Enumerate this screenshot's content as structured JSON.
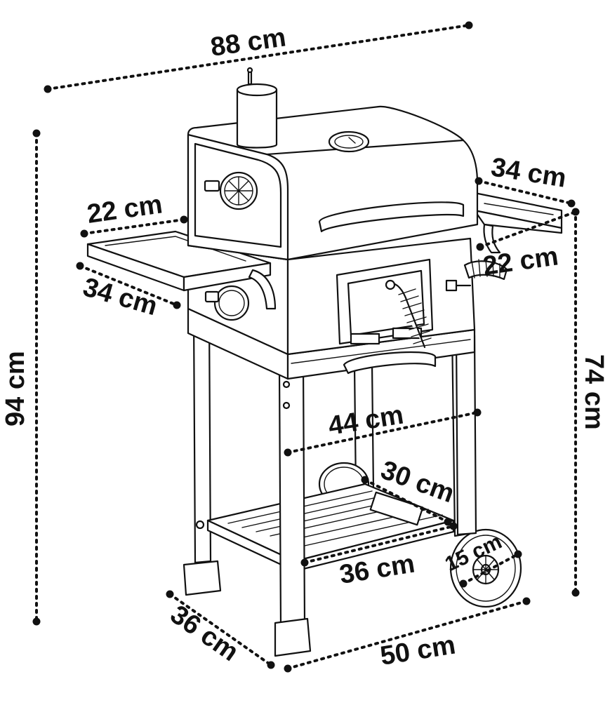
{
  "diagram": {
    "dimensions": {
      "overall_width": "88 cm",
      "overall_height": "94 cm",
      "right_shelf_depth": "34 cm",
      "right_shelf_width": "22 cm",
      "left_shelf_width": "22 cm",
      "left_shelf_depth": "34 cm",
      "working_height": "74 cm",
      "frame_width": "44 cm",
      "lower_shelf_depth": "30 cm",
      "lower_shelf_width": "36 cm",
      "wheel_diameter": "15 cm",
      "base_depth": "36 cm",
      "base_width": "50 cm"
    },
    "colors": {
      "line": "#111111",
      "background": "#ffffff"
    },
    "icons": [
      "thermometer-icon",
      "air-vent-icon",
      "wheel-icon",
      "crank-icon"
    ]
  }
}
